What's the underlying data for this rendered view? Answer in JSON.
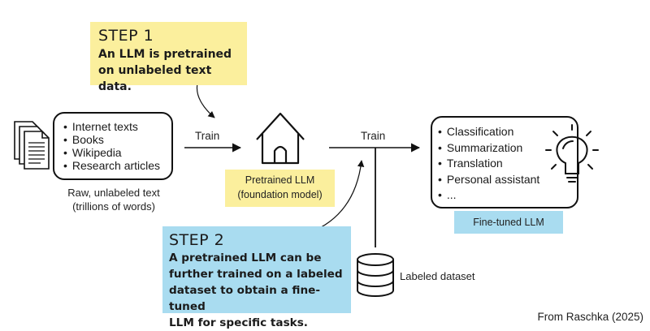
{
  "step1": {
    "title": "STEP 1",
    "text_lines": [
      "An LLM is pretrained",
      "on unlabeled text data."
    ]
  },
  "step2": {
    "title": "STEP 2",
    "text_lines": [
      "A pretrained LLM can be",
      "further trained on a labeled",
      "dataset to obtain a fine-tuned",
      "LLM for specific tasks."
    ]
  },
  "raw_text": {
    "items": [
      "Internet texts",
      "Books",
      "Wikipedia",
      "Research articles"
    ],
    "caption_lines": [
      "Raw, unlabeled text",
      "(trillions of words)"
    ]
  },
  "train_label_1": "Train",
  "train_label_2": "Train",
  "pretrained_llm": {
    "lines": [
      "Pretrained LLM",
      "(foundation model)"
    ]
  },
  "tasks": {
    "items": [
      "Classification",
      "Summarization",
      "Translation",
      "Personal assistant",
      "..."
    ],
    "caption": "Fine-tuned LLM"
  },
  "labeled_dataset": "Labeled dataset",
  "credit": "From Raschka (2025)",
  "colors": {
    "step1_bg": "#fbef9d",
    "step2_bg": "#a9dcf0",
    "line": "#111111"
  },
  "icons": [
    "document-stack-icon",
    "house-icon",
    "database-icon",
    "lightbulb-icon"
  ]
}
